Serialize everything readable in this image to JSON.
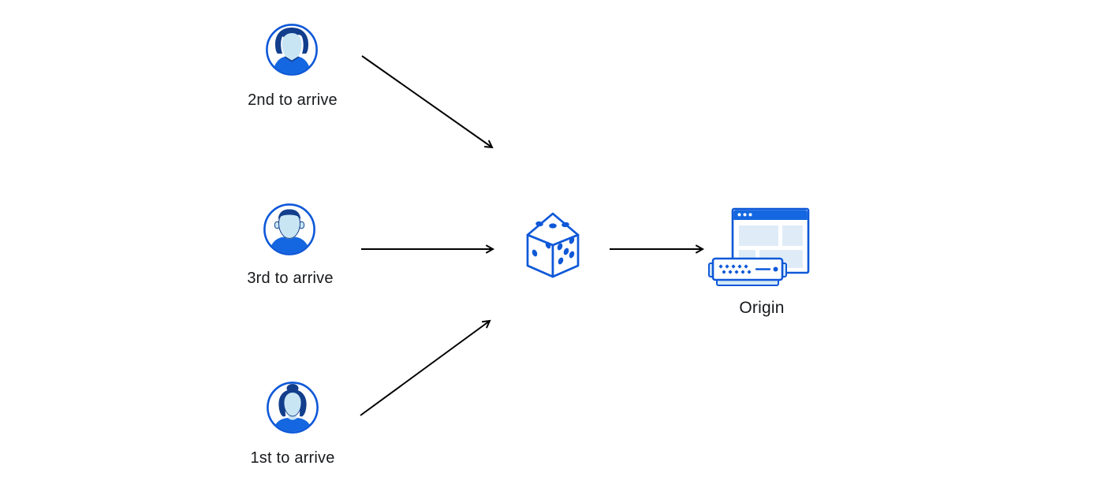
{
  "diagram": {
    "background": "#ffffff",
    "users": [
      {
        "id": "user-top",
        "label": "2nd to arrive",
        "icon": "male-avatar-icon"
      },
      {
        "id": "user-middle",
        "label": "3rd to arrive",
        "icon": "male-avatar-icon"
      },
      {
        "id": "user-bottom",
        "label": "1st to arrive",
        "icon": "female-avatar-icon"
      }
    ],
    "router": {
      "id": "random-selector",
      "icon": "dice-icon"
    },
    "origin": {
      "id": "origin",
      "label": "Origin",
      "icon": "origin-server-icon"
    },
    "arrows": [
      {
        "from": "user-top",
        "to": "random-selector"
      },
      {
        "from": "user-middle",
        "to": "random-selector"
      },
      {
        "from": "user-bottom",
        "to": "random-selector"
      },
      {
        "from": "random-selector",
        "to": "origin"
      }
    ],
    "colors": {
      "primary_blue": "#0e58d8",
      "fill_blue": "#1467e0",
      "dark_navy": "#123e8c",
      "skin_light_blue": "#c8e5f4",
      "panel_light_blue": "#dfecf8",
      "server_tab_blue": "#d4e9f7",
      "arrow_black": "#000000",
      "text_black": "#17191c"
    }
  }
}
